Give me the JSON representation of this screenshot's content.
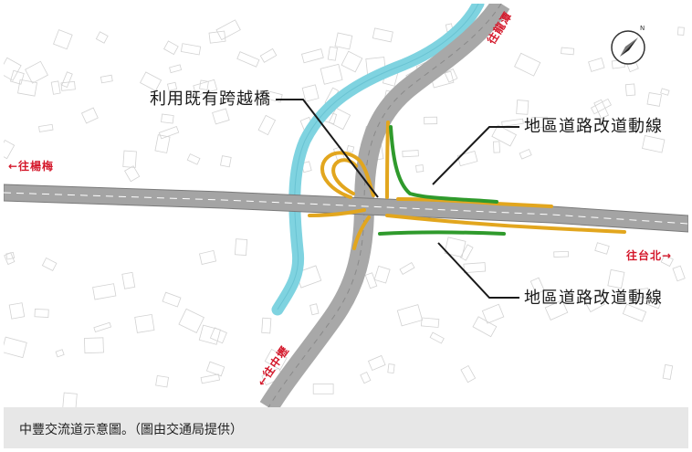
{
  "map": {
    "callouts": {
      "existing_bridge": "利用既有跨越橋",
      "local_road_upper": "地區道路改道動線",
      "local_road_lower": "地區道路改道動線"
    },
    "directions": {
      "west": "←往楊梅",
      "east": "往台北→",
      "north": "往龍潭",
      "south": "往中壢"
    },
    "compass_label": "N",
    "colors": {
      "river": "#7fd3e0",
      "freeway": "#9a9a9a",
      "ramp_orange": "#e2a61e",
      "ramp_green": "#2f9a2c",
      "direction_text": "#d4182b"
    }
  },
  "caption": "中豐交流道示意圖。（圖由交通局提供）"
}
